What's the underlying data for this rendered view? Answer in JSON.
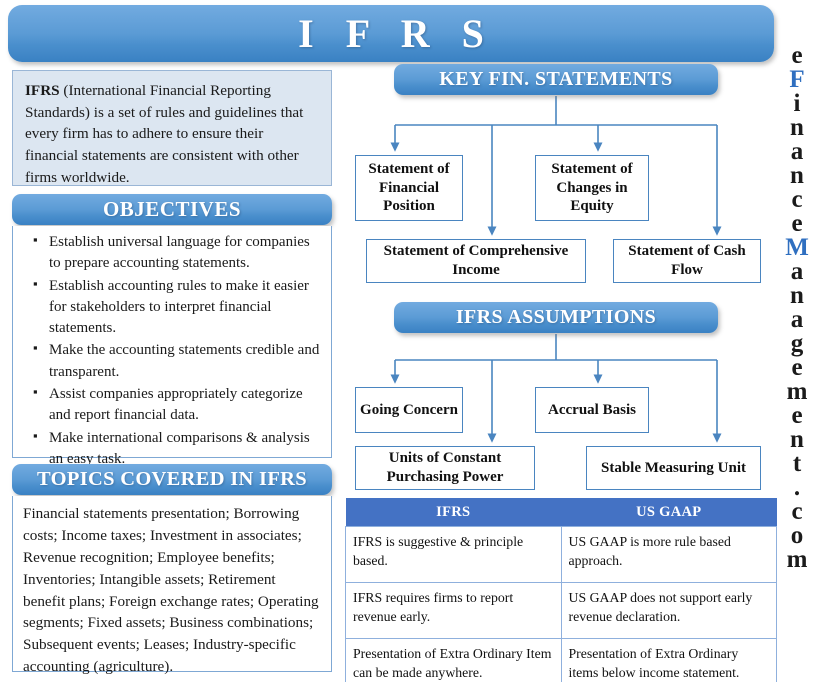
{
  "title": "I F R S",
  "colors": {
    "banner_top": "#72abe0",
    "banner_bottom": "#3a81c3",
    "table_header": "#4472c4",
    "desc_bg": "#dce6f1",
    "box_border": "#4a85c0",
    "watermark_accent": "#2f6fc0"
  },
  "description": {
    "lead": "IFRS",
    "body": " (International Financial Reporting Standards) is a set of rules and guidelines that every firm has to adhere to ensure their financial statements are consistent with other firms worldwide."
  },
  "objectives": {
    "heading": "OBJECTIVES",
    "items": [
      "Establish universal language for companies to prepare accounting statements.",
      "Establish accounting rules to make it easier for stakeholders to interpret financial statements.",
      "Make the accounting statements credible and transparent.",
      "Assist companies appropriately categorize and report financial data.",
      "Make international comparisons & analysis an easy task."
    ]
  },
  "topics": {
    "heading": "TOPICS COVERED IN IFRS",
    "body": "Financial statements presentation; Borrowing costs; Income taxes; Investment in associates; Revenue recognition; Employee benefits; Inventories; Intangible assets; Retirement benefit plans; Foreign exchange rates; Operating segments; Fixed assets; Business combinations; Subsequent events; Leases; Industry-specific accounting (agriculture)."
  },
  "key_statements": {
    "heading": "KEY FIN. STATEMENTS",
    "boxes": [
      "Statement of Financial Position",
      "Statement of Changes in Equity",
      "Statement of Comprehensive Income",
      "Statement of Cash Flow"
    ]
  },
  "assumptions": {
    "heading": "IFRS ASSUMPTIONS",
    "boxes": [
      "Going Concern",
      "Accrual Basis",
      "Units of Constant Purchasing Power",
      "Stable Measuring Unit"
    ]
  },
  "comparison": {
    "headers": [
      "IFRS",
      "US GAAP"
    ],
    "rows": [
      [
        "IFRS is suggestive & principle based.",
        "US GAAP is more rule based approach."
      ],
      [
        "IFRS requires firms to report revenue early.",
        "US GAAP does not support early revenue declaration."
      ],
      [
        "Presentation of Extra Ordinary Item can be made anywhere.",
        "Presentation of Extra Ordinary items below income statement."
      ]
    ]
  },
  "watermark": {
    "letters": [
      "e",
      "F",
      "i",
      "n",
      "a",
      "n",
      "c",
      "e",
      "M",
      "a",
      "n",
      "a",
      "g",
      "e",
      "m",
      "e",
      "n",
      "t",
      ".",
      "c",
      "o",
      "m"
    ],
    "accent_indices": [
      1,
      8
    ],
    "text": "eFinanceManagement.com"
  }
}
